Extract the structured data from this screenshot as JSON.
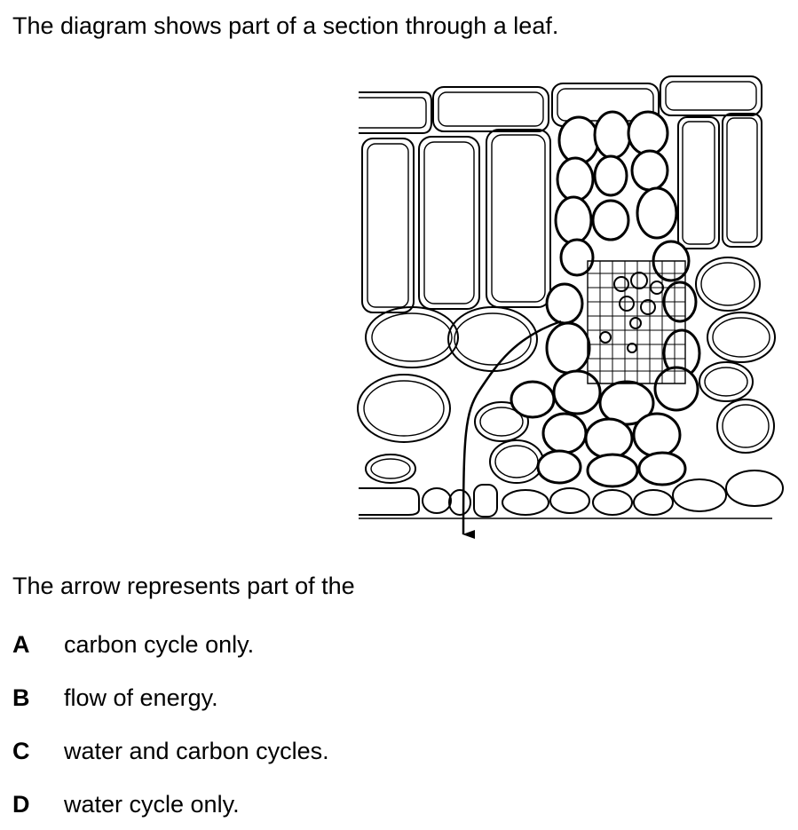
{
  "intro_text": "The diagram shows part of a section through a leaf.",
  "question_text": "The arrow represents part of the",
  "options": [
    {
      "letter": "A",
      "text": "carbon cycle only."
    },
    {
      "letter": "B",
      "text": "flow of energy."
    },
    {
      "letter": "C",
      "text": "water and carbon cycles."
    },
    {
      "letter": "D",
      "text": "water cycle only."
    }
  ]
}
